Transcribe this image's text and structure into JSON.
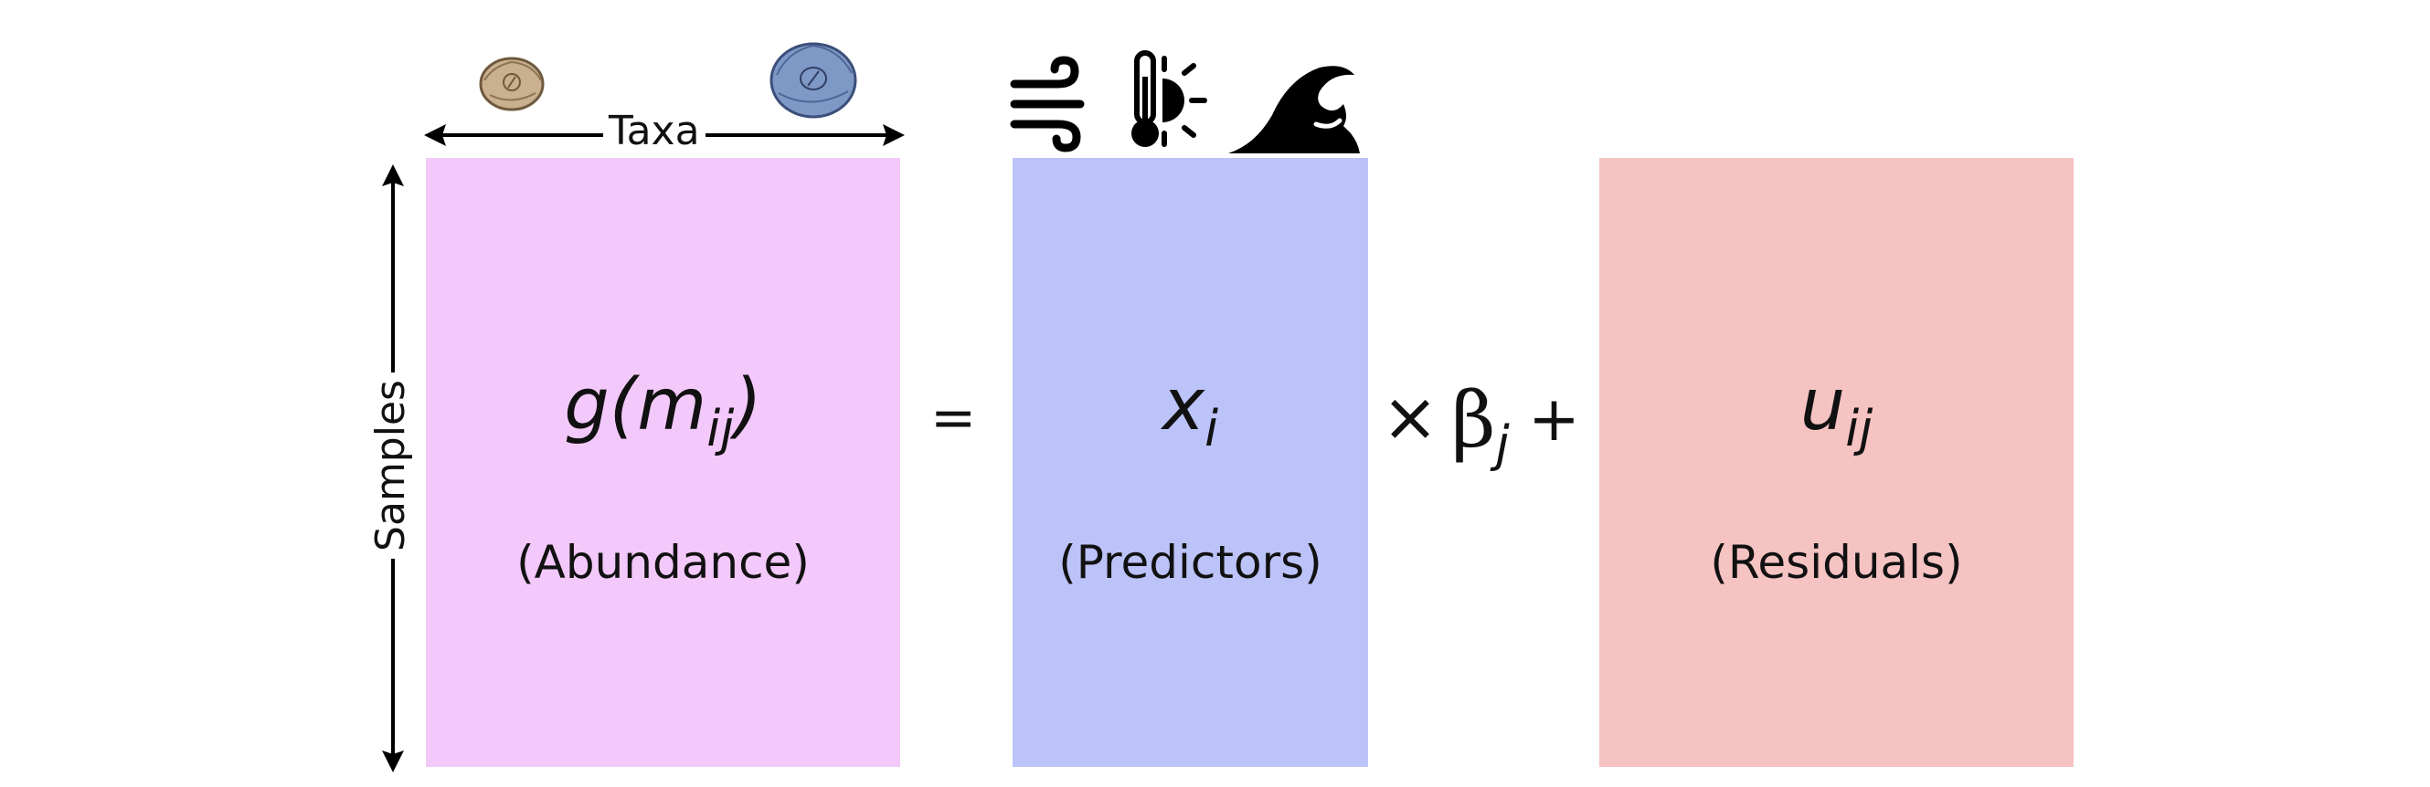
{
  "axes": {
    "columns_label": "Taxa",
    "rows_label": "Samples"
  },
  "matrices": {
    "abundance": {
      "symbol": "g(m",
      "subscript": "ij",
      "symbol_close": ")",
      "caption": "(Abundance)",
      "color": "#f3c8fa"
    },
    "predictors": {
      "symbol": "x",
      "subscript": "i",
      "caption": "(Predictors)",
      "color": "#bcc3f8"
    },
    "residuals": {
      "symbol": "u",
      "subscript": "ij",
      "caption": "(Residuals)",
      "color": "#f5c3c2"
    }
  },
  "operators": {
    "equals": "=",
    "times": "×",
    "coefficient_symbol": "β",
    "coefficient_subscript": "j",
    "plus": "+"
  },
  "icons": [
    "taxon-small-icon",
    "taxon-large-icon",
    "wind-icon",
    "thermometer-sun-icon",
    "wave-icon"
  ]
}
